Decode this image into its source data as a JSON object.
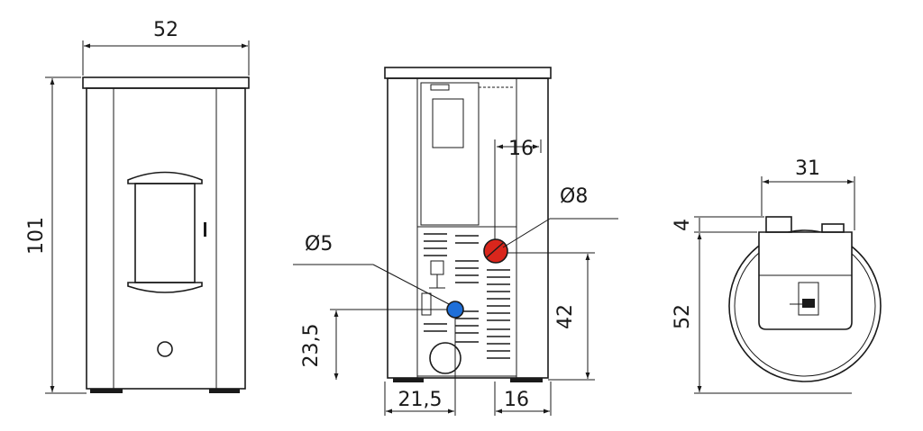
{
  "front_view": {
    "width_label": "52",
    "height_label": "101"
  },
  "rear_view": {
    "top_spacing_label": "16",
    "outlet_diameter_label": "Ø8",
    "inlet_diameter_label": "Ø5",
    "inlet_height_label": "23,5",
    "outlet_height_label": "42",
    "left_offset_label": "21,5",
    "right_offset_label": "16",
    "outlet_color": "#d9261c",
    "inlet_color": "#1e6fd9"
  },
  "top_view": {
    "width_label": "31",
    "collar_height_label": "4",
    "depth_label": "52"
  }
}
